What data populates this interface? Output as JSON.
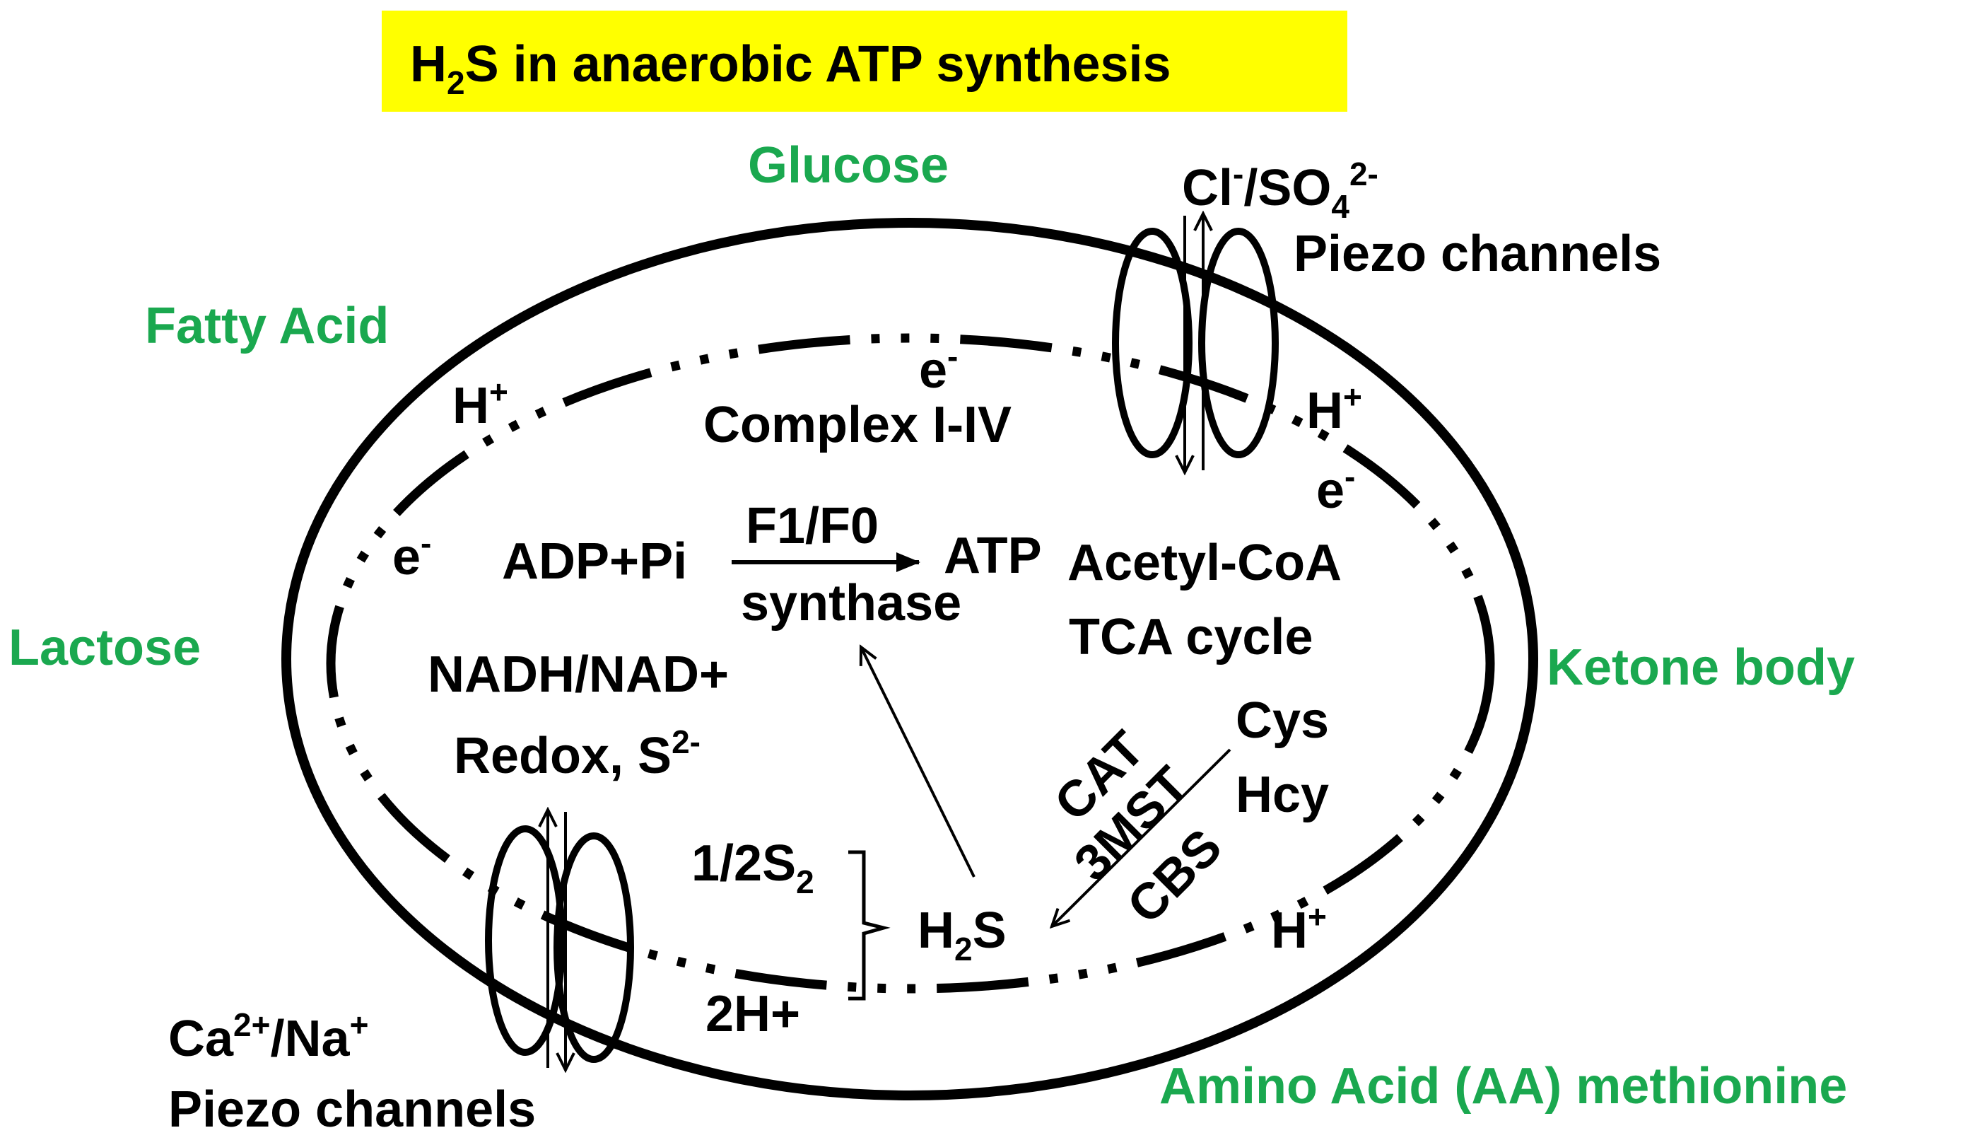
{
  "colors": {
    "title_background": "#ffff00",
    "substrate_text": "#1aa84f",
    "text": "#000000",
    "line": "#000000"
  },
  "title": {
    "prefix": "H",
    "sub": "2",
    "suffix": "S in anaerobic ATP synthesis"
  },
  "substrates": {
    "glucose": "Glucose",
    "fatty_acid": "Fatty Acid",
    "lactose": "Lactose",
    "ketone_body": "Ketone body",
    "amino_acid": "Amino Acid (AA) methionine"
  },
  "channels": {
    "top": {
      "ion_a": "Cl",
      "ion_a_charge": "-",
      "slash": "/",
      "ion_b": "SO",
      "ion_b_sub": "4",
      "ion_b_charge": "2-",
      "label": "Piezo channels"
    },
    "bottom": {
      "ion_a": "Ca",
      "ion_a_charge": "2+",
      "slash": "/",
      "ion_b": "Na",
      "ion_b_charge": "+",
      "label": "Piezo channels"
    }
  },
  "ions": {
    "h_plus_base": "H",
    "h_plus_charge": "+",
    "electron_base": "e",
    "electron_charge": "-"
  },
  "mito": {
    "complex": "Complex I-IV",
    "adp": "ADP+Pi",
    "f1f0": "F1/F0",
    "atp": "ATP",
    "synthase": "synthase",
    "acetyl": "Acetyl-CoA",
    "tca": "TCA cycle",
    "nadh": "NADH/NAD+",
    "redox": "Redox, S",
    "redox_charge": "2-",
    "cys": "Cys",
    "hcy": "Hcy",
    "enzymes": [
      "CAT",
      "3MST",
      "CBS"
    ],
    "s2_base": "1/2S",
    "s2_sub": "2",
    "h2s_base": "H",
    "h2s_sub": "2",
    "h2s_suffix": "S",
    "twoh": "2H+"
  }
}
